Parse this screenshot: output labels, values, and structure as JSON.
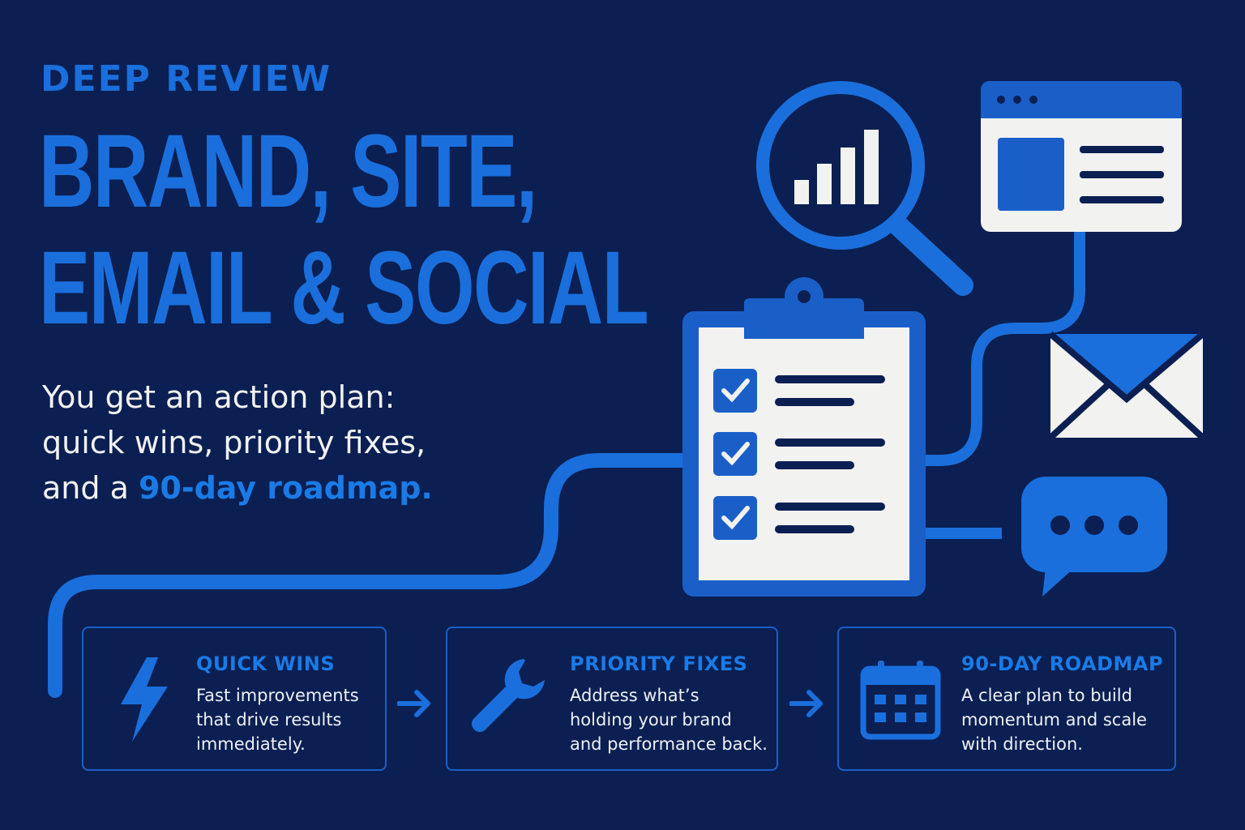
{
  "hero": {
    "eyebrow": "DEEP REVIEW",
    "headline_line1": "BRAND, SITE,",
    "headline_line2": "EMAIL & SOCIAL",
    "subtitle_line1": "You get an action plan:",
    "subtitle_line2": "quick wins, priority fixes,",
    "subtitle_line3_plain": "and a ",
    "subtitle_line3_highlight": "90-day roadmap."
  },
  "cards": [
    {
      "title": "QUICK WINS",
      "description": "Fast improvements\nthat drive results\nimmediately.",
      "icon": "lightning-bolt-icon"
    },
    {
      "title": "PRIORITY FIXES",
      "description": "Address what’s\nholding your brand\nand performance back.",
      "icon": "wrench-icon"
    },
    {
      "title": "90-DAY ROADMAP",
      "description": "A clear plan to build\nmomentum and scale\nwith direction.",
      "icon": "calendar-icon"
    }
  ],
  "illustration": {
    "icons": [
      "magnifier-chart-icon",
      "browser-window-icon",
      "clipboard-checklist-icon",
      "envelope-icon",
      "chat-bubble-icon",
      "arrow-right-icon"
    ]
  },
  "colors": {
    "background": "#0b1f52",
    "accent_blue": "#1a6fdc",
    "bright_blue": "#1a7be6",
    "off_white": "#f2f2f0"
  }
}
